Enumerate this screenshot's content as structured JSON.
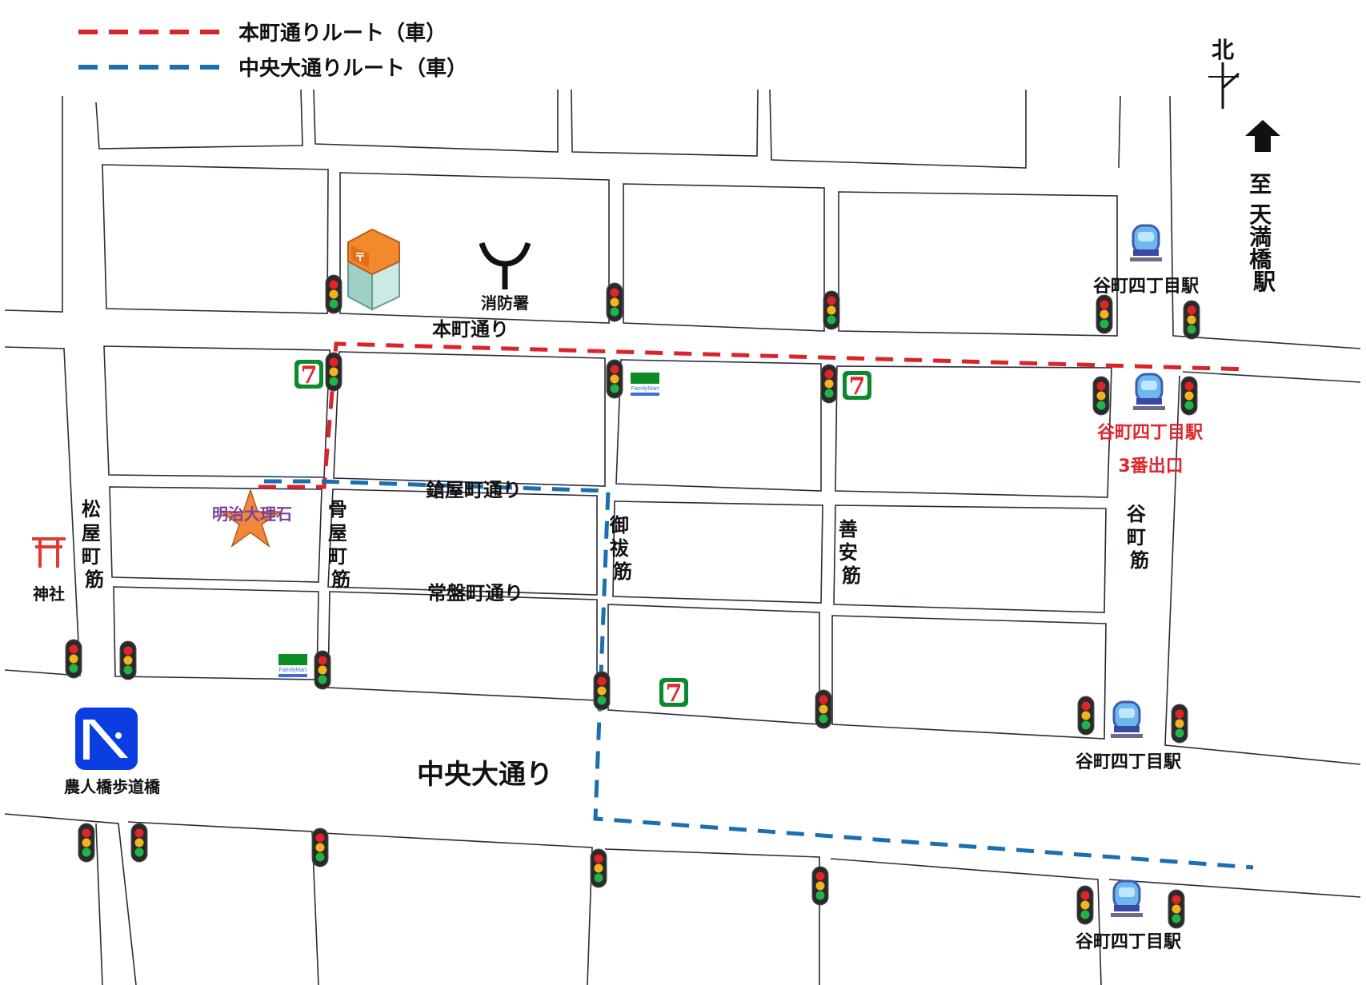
{
  "legend": {
    "items": [
      {
        "label": "本町通りルート（車）",
        "color": "#d9242a"
      },
      {
        "label": "中央大通りルート（車）",
        "color": "#1b6fb0"
      }
    ]
  },
  "compass": {
    "north_label": "北"
  },
  "direction": {
    "label": "至天満橋駅",
    "chars": [
      "至",
      "天",
      "満",
      "橋",
      "駅"
    ]
  },
  "landmarks": {
    "fire_station": "消防署",
    "shrine": "神社",
    "footbridge": "農人橋歩道橋",
    "destination": "明治大理石",
    "station_label": "谷町四丁目駅",
    "exit_station": "谷町四丁目駅",
    "exit_number": "3番出口",
    "familymart_text": "FamilyMart",
    "seven_eleven_text": "7"
  },
  "streets": {
    "honmachi": "本町通り",
    "chuo_odori": "中央大通り",
    "yariya": "鎗屋町通り",
    "tokiwa": "常盤町通り",
    "matsuya": [
      "松",
      "屋",
      "町",
      "筋"
    ],
    "honeya": [
      "骨",
      "屋",
      "町",
      "筋"
    ],
    "gohai": [
      "御",
      "祓",
      "筋"
    ],
    "zenan": [
      "善",
      "安",
      "筋"
    ],
    "tanimachi": [
      "谷",
      "町",
      "筋"
    ]
  },
  "colors": {
    "route_red": "#d9242a",
    "route_blue": "#1b6fb0",
    "star": "#f0883a",
    "familymart_green": "#0c8a24",
    "familymart_blue": "#3a6fd8",
    "seven_green": "#0a8a2c",
    "seven_red": "#e0252b",
    "footbridge_blue": "#0a3ee0",
    "shrine_red": "#e23a2c"
  }
}
